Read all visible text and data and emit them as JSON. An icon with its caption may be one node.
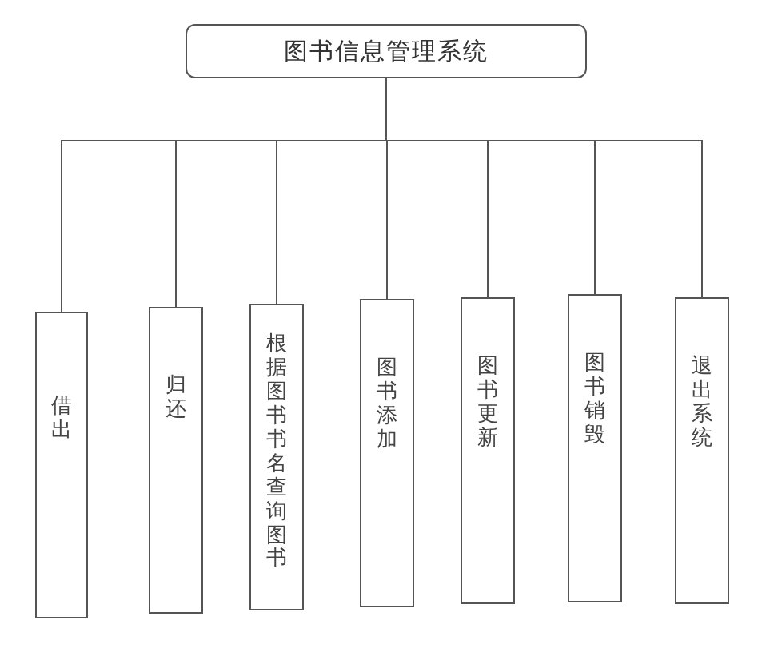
{
  "diagram": {
    "nodes": [
      {
        "text": [
          "图书信息管理系统"
        ]
      },
      {
        "text": [
          "借出"
        ]
      },
      {
        "text": [
          "归还"
        ]
      },
      {
        "text": [
          "根据图书书名查询图书"
        ]
      },
      {
        "text": [
          "图书添加"
        ]
      },
      {
        "text": [
          "图书更新"
        ]
      },
      {
        "text": [
          "图书销毁"
        ]
      },
      {
        "text": [
          "退出系统"
        ]
      }
    ],
    "edges": [
      {
        "from": 0,
        "to": 1,
        "arrow": "none"
      },
      {
        "from": 0,
        "to": 2,
        "arrow": "none"
      },
      {
        "from": 0,
        "to": 3,
        "arrow": "none"
      },
      {
        "from": 0,
        "to": 4,
        "arrow": "none"
      },
      {
        "from": 0,
        "to": 5,
        "arrow": "none"
      },
      {
        "from": 0,
        "to": 6,
        "arrow": "none"
      },
      {
        "from": 0,
        "to": 7,
        "arrow": "none"
      }
    ]
  }
}
